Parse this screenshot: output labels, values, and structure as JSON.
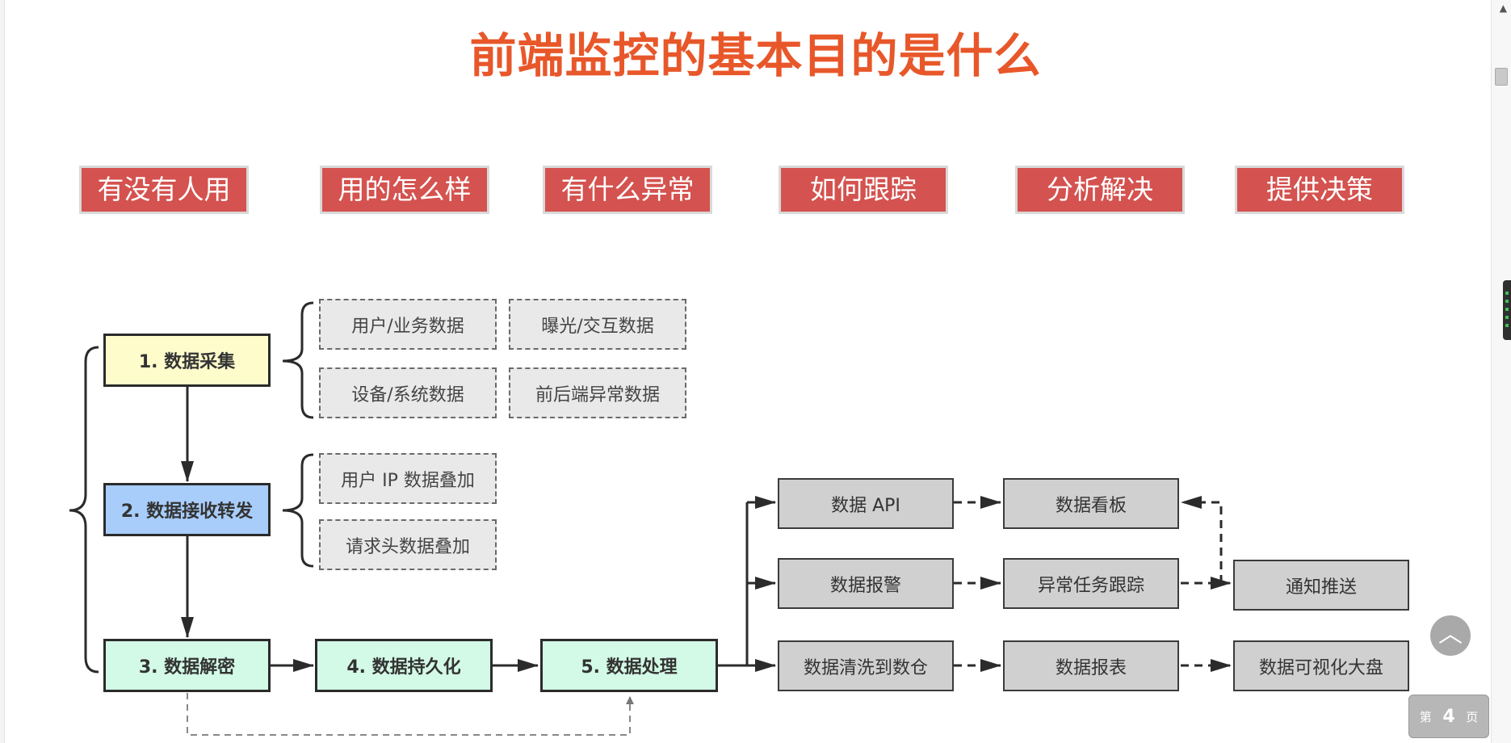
{
  "title": "前端监控的基本目的是什么",
  "goals": [
    "有没有人用",
    "用的怎么样",
    "有什么异常",
    "如何跟踪",
    "分析解决",
    "提供决策"
  ],
  "steps": {
    "collect": "1. 数据采集",
    "receive": "2. 数据接收转发",
    "decrypt": "3. 数据解密",
    "persist": "4. 数据持久化",
    "process": "5. 数据处理"
  },
  "collect_items": [
    "用户/业务数据",
    "曝光/交互数据",
    "设备/系统数据",
    "前后端异常数据"
  ],
  "receive_items": [
    "用户 IP 数据叠加",
    "请求头数据叠加"
  ],
  "outputs": {
    "api": "数据 API",
    "alarm": "数据报警",
    "clean": "数据清洗到数仓",
    "board": "数据看板",
    "track": "异常任务跟踪",
    "report": "数据报表",
    "notify": "通知推送",
    "bigscreen": "数据可视化大盘"
  },
  "pager": {
    "prefix": "第",
    "page": "4",
    "suffix": "页"
  },
  "colors": {
    "title": "#e8572a",
    "goal_bg": "#d4524f",
    "collect_bg": "#fffccc",
    "receive_bg": "#a8cdfb",
    "later_steps_bg": "#d3fae6",
    "output_bg": "#d0d0d0"
  },
  "icons": {
    "scroll_to_top": "chevron-up-icon"
  }
}
